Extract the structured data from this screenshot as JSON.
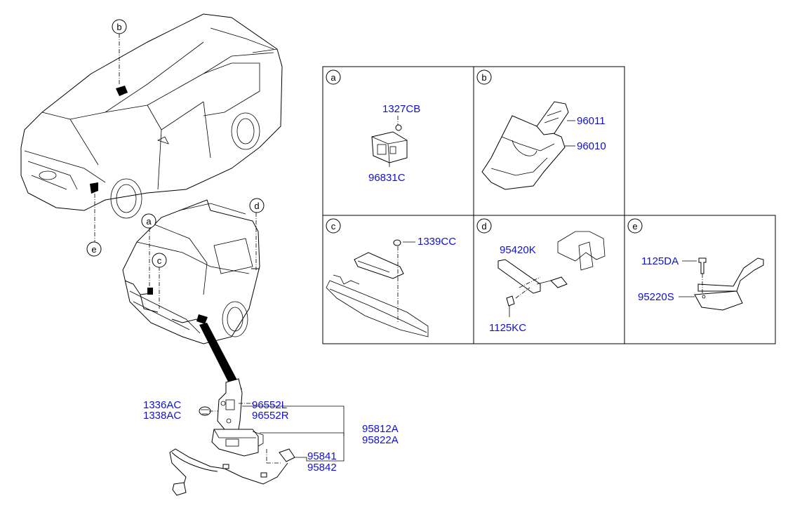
{
  "figure": {
    "callouts": {
      "a": "a",
      "b": "b",
      "c": "c",
      "d": "d",
      "e": "e"
    },
    "main_parts": {
      "bracket_clip_1": "1336AC",
      "bracket_clip_2": "1338AC",
      "bracket_left": "96552L",
      "bracket_right": "96552R",
      "unit_1": "95812A",
      "unit_2": "95822A",
      "harness_1": "95841",
      "harness_2": "95842"
    },
    "panels": {
      "a": {
        "label": "a",
        "parts": [
          "1327CB",
          "96831C"
        ]
      },
      "b": {
        "label": "b",
        "parts": [
          "96011",
          "96010"
        ]
      },
      "c": {
        "label": "c",
        "parts": [
          "1339CC"
        ]
      },
      "d": {
        "label": "d",
        "parts": [
          "95420K",
          "1125KC"
        ]
      },
      "e": {
        "label": "e",
        "parts": [
          "1125DA",
          "95220S"
        ]
      }
    }
  },
  "colors": {
    "part_number": "#1010d0",
    "line": "#000000"
  }
}
